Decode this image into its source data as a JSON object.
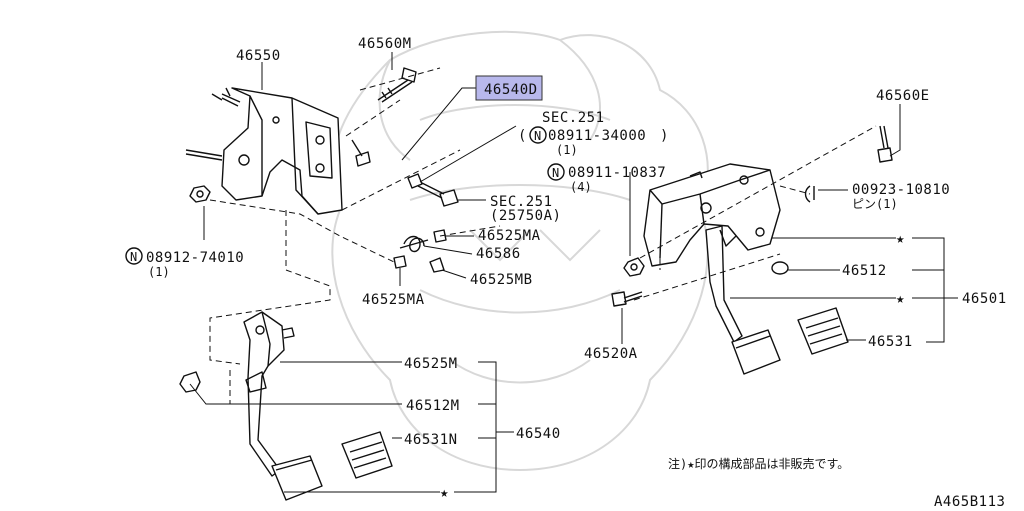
{
  "diagram": {
    "labels": {
      "p46550": "46550",
      "p46560M": "46560M",
      "p46540D": "46540D",
      "sec251a": "SEC.251",
      "n08911_34000": "08911-34000",
      "n08911_34000_qty": "(1)",
      "n08911_10837": "08911-10837",
      "n08911_10837_qty": "(4)",
      "sec251b": "SEC.251",
      "sec251b_sub": "(25750A)",
      "p46525MA_a": "46525MA",
      "p46586": "46586",
      "p46525MB": "46525MB",
      "p46525MA_b": "46525MA",
      "n08912_74010": "08912-74010",
      "n08912_74010_qty": "(1)",
      "p46560E": "46560E",
      "p00923_10810": "00923-10810",
      "pin_qty": "ピン(1)",
      "p46512": "46512",
      "p46501": "46501",
      "p46531": "46531",
      "p46520A": "46520A",
      "p46525M": "46525M",
      "p46512M": "46512M",
      "p46531N": "46531N",
      "p46540": "46540",
      "nut_symbol": "N",
      "star": "★",
      "note": "注)★印の構成部品は非販売です。",
      "ref_code": "A465B113"
    },
    "highlighted_part": "46540D",
    "highlight_color": "#b8b8ec"
  }
}
